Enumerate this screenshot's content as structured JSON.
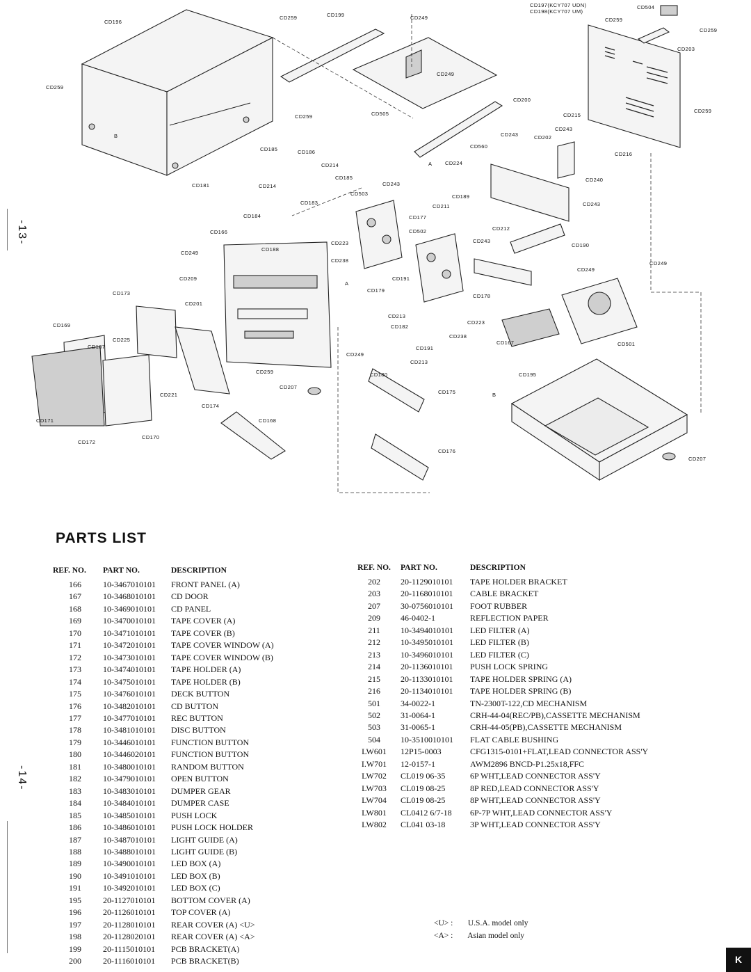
{
  "page_numbers": {
    "top": "-13-",
    "bottom": "-14-"
  },
  "diagram": {
    "callouts": {
      "cd196": "CD196",
      "cd259": "CD259",
      "cd199": "CD199",
      "cd249": "CD249",
      "cd197": "CD197(KCY707 UDN)",
      "cd198": "CD198(KCY707 UM)",
      "cd504": "CD504",
      "cd203": "CD203",
      "cd505": "CD505",
      "cd200": "CD200",
      "cd215": "CD215",
      "cd243": "CD243",
      "cd202": "CD202",
      "cd216": "CD216",
      "cd560": "CD560",
      "cd224": "CD224",
      "cd240": "CD240",
      "cd185": "CD185",
      "cd186": "CD186",
      "cd214": "CD214",
      "cd181": "CD181",
      "cd503": "CD503",
      "cd183": "CD183",
      "cd184": "CD184",
      "cd189": "CD189",
      "cd211": "CD211",
      "cd177": "CD177",
      "cd212": "CD212",
      "cd166": "CD166",
      "cd188": "CD188",
      "cd502": "CD502",
      "cd190": "CD190",
      "cd223": "CD223",
      "cd238": "CD238",
      "cd209": "CD209",
      "cd173": "CD173",
      "cd201": "CD201",
      "cd179": "CD179",
      "cd191": "CD191",
      "cd213": "CD213",
      "cd178": "CD178",
      "cd182": "CD182",
      "cd169": "CD169",
      "cd225": "CD225",
      "cd187": "CD187",
      "cd167": "CD167",
      "cd501": "CD501",
      "cd180": "CD180",
      "cd195": "CD195",
      "cd207": "CD207",
      "cd221": "CD221",
      "cd175": "CD175",
      "cd174": "CD174",
      "cd171": "CD171",
      "cd168": "CD168",
      "cd172": "CD172",
      "cd170": "CD170",
      "cd176": "CD176",
      "marker_a": "A",
      "marker_b": "B"
    }
  },
  "parts_list": {
    "title": "PARTS LIST",
    "headers": {
      "ref": "REF. NO.",
      "part": "PART NO.",
      "desc": "DESCRIPTION"
    },
    "left": [
      {
        "ref": "166",
        "part": "10-3467010101",
        "desc": "FRONT PANEL (A)"
      },
      {
        "ref": "167",
        "part": "10-3468010101",
        "desc": "CD DOOR"
      },
      {
        "ref": "168",
        "part": "10-3469010101",
        "desc": "CD PANEL"
      },
      {
        "ref": "169",
        "part": "10-3470010101",
        "desc": "TAPE COVER (A)"
      },
      {
        "ref": "170",
        "part": "10-3471010101",
        "desc": "TAPE COVER (B)"
      },
      {
        "ref": "171",
        "part": "10-3472010101",
        "desc": "TAPE COVER WINDOW (A)"
      },
      {
        "ref": "172",
        "part": "10-3473010101",
        "desc": "TAPE COVER WINDOW (B)"
      },
      {
        "ref": "173",
        "part": "10-3474010101",
        "desc": "TAPE HOLDER (A)"
      },
      {
        "ref": "174",
        "part": "10-3475010101",
        "desc": "TAPE HOLDER (B)"
      },
      {
        "ref": "175",
        "part": "10-3476010101",
        "desc": "DECK BUTTON"
      },
      {
        "ref": "176",
        "part": "10-3482010101",
        "desc": "CD BUTTON"
      },
      {
        "ref": "177",
        "part": "10-3477010101",
        "desc": "REC BUTTON"
      },
      {
        "ref": "178",
        "part": "10-3481010101",
        "desc": "DISC BUTTON"
      },
      {
        "ref": "179",
        "part": "10-3446010101",
        "desc": "FUNCTION BUTTON"
      },
      {
        "ref": "180",
        "part": "10-3446020101",
        "desc": "FUNCTION BUTTON"
      },
      {
        "ref": "181",
        "part": "10-3480010101",
        "desc": "RANDOM BUTTON"
      },
      {
        "ref": "182",
        "part": "10-3479010101",
        "desc": "OPEN BUTTON"
      },
      {
        "ref": "183",
        "part": "10-3483010101",
        "desc": "DUMPER GEAR"
      },
      {
        "ref": "184",
        "part": "10-3484010101",
        "desc": "DUMPER CASE"
      },
      {
        "ref": "185",
        "part": "10-3485010101",
        "desc": "PUSH LOCK"
      },
      {
        "ref": "186",
        "part": "10-3486010101",
        "desc": "PUSH LOCK HOLDER"
      },
      {
        "ref": "187",
        "part": "10-3487010101",
        "desc": "LIGHT GUIDE (A)"
      },
      {
        "ref": "188",
        "part": "10-3488010101",
        "desc": "LIGHT GUIDE (B)"
      },
      {
        "ref": "189",
        "part": "10-3490010101",
        "desc": "LED BOX (A)"
      },
      {
        "ref": "190",
        "part": "10-3491010101",
        "desc": "LED BOX (B)"
      },
      {
        "ref": "191",
        "part": "10-3492010101",
        "desc": "LED BOX (C)"
      },
      {
        "ref": "195",
        "part": "20-1127010101",
        "desc": "BOTTOM COVER (A)"
      },
      {
        "ref": "196",
        "part": "20-1126010101",
        "desc": "TOP COVER (A)"
      },
      {
        "ref": "197",
        "part": "20-1128010101",
        "desc": "REAR COVER (A) <U>"
      },
      {
        "ref": "198",
        "part": "20-1128020101",
        "desc": "REAR COVER (A) <A>"
      },
      {
        "ref": "199",
        "part": "20-1115010101",
        "desc": "PCB BRACKET(A)"
      },
      {
        "ref": "200",
        "part": "20-1116010101",
        "desc": "PCB BRACKET(B)"
      }
    ],
    "right": [
      {
        "ref": "202",
        "part": "20-1129010101",
        "desc": "TAPE HOLDER BRACKET"
      },
      {
        "ref": "203",
        "part": "20-1168010101",
        "desc": "CABLE BRACKET"
      },
      {
        "ref": "207",
        "part": "30-0756010101",
        "desc": "FOOT RUBBER"
      },
      {
        "ref": "209",
        "part": "46-0402-1",
        "desc": "REFLECTION PAPER"
      },
      {
        "ref": "211",
        "part": "10-3494010101",
        "desc": "LED FILTER (A)"
      },
      {
        "ref": "212",
        "part": "10-3495010101",
        "desc": "LED FILTER (B)"
      },
      {
        "ref": "213",
        "part": "10-3496010101",
        "desc": "LED FILTER (C)"
      },
      {
        "ref": "214",
        "part": "20-1136010101",
        "desc": "PUSH LOCK SPRING"
      },
      {
        "ref": "215",
        "part": "20-1133010101",
        "desc": "TAPE HOLDER SPRING (A)"
      },
      {
        "ref": "216",
        "part": "20-1134010101",
        "desc": "TAPE HOLDER SPRING (B)"
      },
      {
        "ref": "501",
        "part": "34-0022-1",
        "desc": "TN-2300T-122,CD MECHANISM"
      },
      {
        "ref": "502",
        "part": "31-0064-1",
        "desc": "CRH-44-04(REC/PB),CASSETTE MECHANISM"
      },
      {
        "ref": "503",
        "part": "31-0065-1",
        "desc": "CRH-44-05(PB),CASSETTE MECHANISM"
      },
      {
        "ref": "504",
        "part": "10-3510010101",
        "desc": "FLAT CABLE BUSHING"
      },
      {
        "ref": "LW601",
        "part": "12P15-0003",
        "desc": "CFG1315-0101+FLAT,LEAD CONNECTOR ASS'Y"
      },
      {
        "ref": "I.W701",
        "part": "12-0157-1",
        "desc": "AWM2896 BNCD-P1.25x18,FFC"
      },
      {
        "ref": "LW702",
        "part": "CL019 06-35",
        "desc": "6P WHT,LEAD CONNECTOR ASS'Y"
      },
      {
        "ref": "LW703",
        "part": "CL019 08-25",
        "desc": "8P RED,LEAD CONNECTOR ASS'Y"
      },
      {
        "ref": "LW704",
        "part": "CL019 08-25",
        "desc": "8P WHT,LEAD CONNECTOR ASS'Y"
      },
      {
        "ref": "LW801",
        "part": "CL0412 6/7-18",
        "desc": "6P-7P WHT,LEAD CONNECTOR ASS'Y"
      },
      {
        "ref": "LW802",
        "part": "CL041 03-18",
        "desc": "3P WHT,LEAD CONNECTOR ASS'Y"
      }
    ],
    "notes": [
      {
        "code": "<U> :",
        "text": "U.S.A. model only"
      },
      {
        "code": "<A> :",
        "text": "Asian model only"
      }
    ]
  },
  "corner_tab": "K"
}
